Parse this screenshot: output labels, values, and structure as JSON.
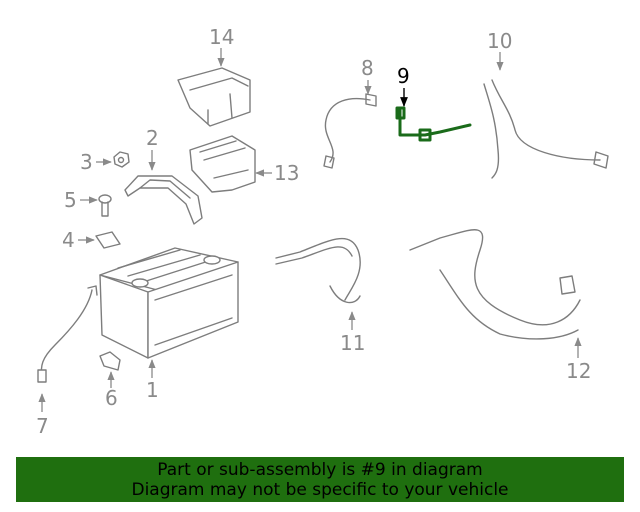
{
  "callouts": {
    "c1": "1",
    "c2": "2",
    "c3": "3",
    "c4": "4",
    "c5": "5",
    "c6": "6",
    "c7": "7",
    "c8": "8",
    "c9": "9",
    "c10": "10",
    "c11": "11",
    "c12": "12",
    "c13": "13",
    "c14": "14"
  },
  "highlighted_part": "9",
  "banner": {
    "line1": "Part or sub-assembly is #9 in diagram",
    "line2": "Diagram may not be specific to your vehicle"
  },
  "colors": {
    "highlight": "#1a6b1a",
    "banner_background": "#1f6f0f",
    "line_art": "#7d7d7d"
  }
}
